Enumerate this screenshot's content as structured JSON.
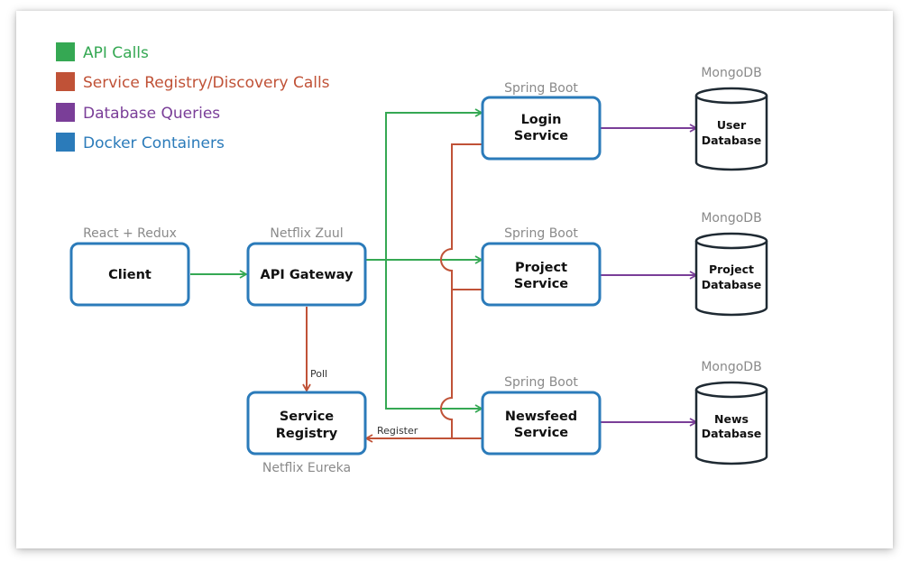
{
  "colors": {
    "api": "#35a853",
    "registry": "#c05237",
    "database": "#7a3e98",
    "docker": "#2b7bba",
    "db_stroke": "#1f2a33"
  },
  "legend": [
    {
      "label": "API Calls",
      "color": "#35a853"
    },
    {
      "label": "Service Registry/Discovery Calls",
      "color": "#c05237"
    },
    {
      "label": "Database Queries",
      "color": "#7a3e98"
    },
    {
      "label": "Docker Containers",
      "color": "#2b7bba"
    }
  ],
  "nodes": {
    "client": {
      "tech": "React + Redux",
      "lines": [
        "Client"
      ]
    },
    "gateway": {
      "tech": "Netflix Zuul",
      "lines": [
        "API Gateway"
      ]
    },
    "registry": {
      "tech": "Netflix Eureka",
      "lines": [
        "Service",
        "Registry"
      ]
    },
    "login": {
      "tech": "Spring Boot",
      "lines": [
        "Login",
        "Service"
      ]
    },
    "project": {
      "tech": "Spring Boot",
      "lines": [
        "Project",
        "Service"
      ]
    },
    "newsfeed": {
      "tech": "Spring Boot",
      "lines": [
        "Newsfeed",
        "Service"
      ]
    }
  },
  "databases": {
    "user": {
      "tech": "MongoDB",
      "lines": [
        "User",
        "Database"
      ]
    },
    "project": {
      "tech": "MongoDB",
      "lines": [
        "Project",
        "Database"
      ]
    },
    "news": {
      "tech": "MongoDB",
      "lines": [
        "News",
        "Database"
      ]
    }
  },
  "edge_labels": {
    "poll": "Poll",
    "register": "Register"
  }
}
